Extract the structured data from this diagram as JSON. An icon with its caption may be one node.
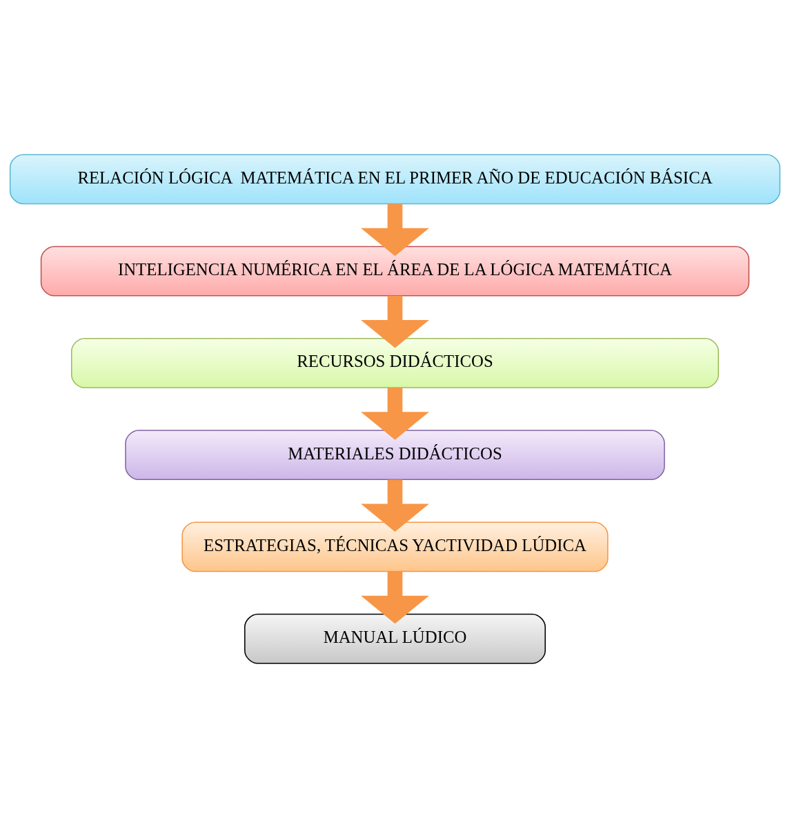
{
  "diagram": {
    "nodes": [
      {
        "text": [
          "RELACIÓN LÓGICA  MATEMÁTICA EN EL PRIMER AÑO DE EDUCACIÓN BÁSICA"
        ]
      },
      {
        "text": [
          "INTELIGENCIA NUMÉRICA EN EL ÁREA DE LA LÓGICA MATEMÁTICA"
        ]
      },
      {
        "text": [
          "RECURSOS DIDÁCTICOS"
        ]
      },
      {
        "text": [
          "MATERIALES DIDÁCTICOS"
        ]
      },
      {
        "text": [
          "ESTRATEGIAS, TÉCNICAS YACTIVIDAD LÚDICA"
        ]
      },
      {
        "text": [
          "MANUAL LÚDICO"
        ]
      }
    ],
    "edges": [
      {
        "from": 0,
        "to": 1,
        "arrow": "to"
      },
      {
        "from": 1,
        "to": 2,
        "arrow": "to"
      },
      {
        "from": 2,
        "to": 3,
        "arrow": "to"
      },
      {
        "from": 3,
        "to": 4,
        "arrow": "to"
      },
      {
        "from": 4,
        "to": 5,
        "arrow": "to"
      }
    ]
  }
}
